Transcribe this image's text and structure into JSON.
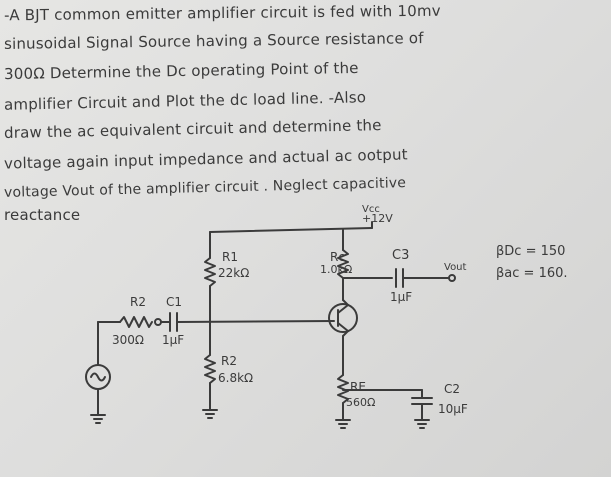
{
  "problem": {
    "lines": [
      "-A  BJT common emitter amplifier circuit is fed with 10mv",
      "sinusoidal Signal Source having  a  Source  resistance of",
      "300Ω  Determine  the    Dc operating  Point  of  the",
      "amplifier  Circuit   and  Plot  the  dc   load  line. -Also",
      "draw the  ac  equivalent  circuit   and  determine  the",
      "voltage  again  input  impedance  and  actual  ac  ootput",
      "voltage   Vout  of  the  amplifier  circuit .  Neglect  capacitive",
      "reactance"
    ]
  },
  "circuit": {
    "vcc_label": "Vcc",
    "vcc_value": "+12V",
    "r1_name": "R1",
    "r1_value": "22kΩ",
    "rc_name": "Rc",
    "rc_value": "1.0kΩ",
    "c3_name": "C3",
    "c3_value": "1µF",
    "vout_label": "Vout",
    "rs_name": "R2",
    "rs_value": "300Ω",
    "c1_name": "C1",
    "c1_value": "1µF",
    "r2_name": "R2",
    "r2_value": "6.8kΩ",
    "re_name": "RE",
    "re_value": "560Ω",
    "c2_name": "C2",
    "c2_value": "10µF"
  },
  "params": {
    "bdc": "βDc = 150",
    "bac": "βac = 160."
  },
  "colors": {
    "ink": "#3b3b3b",
    "paper": "#e2e2e0"
  }
}
